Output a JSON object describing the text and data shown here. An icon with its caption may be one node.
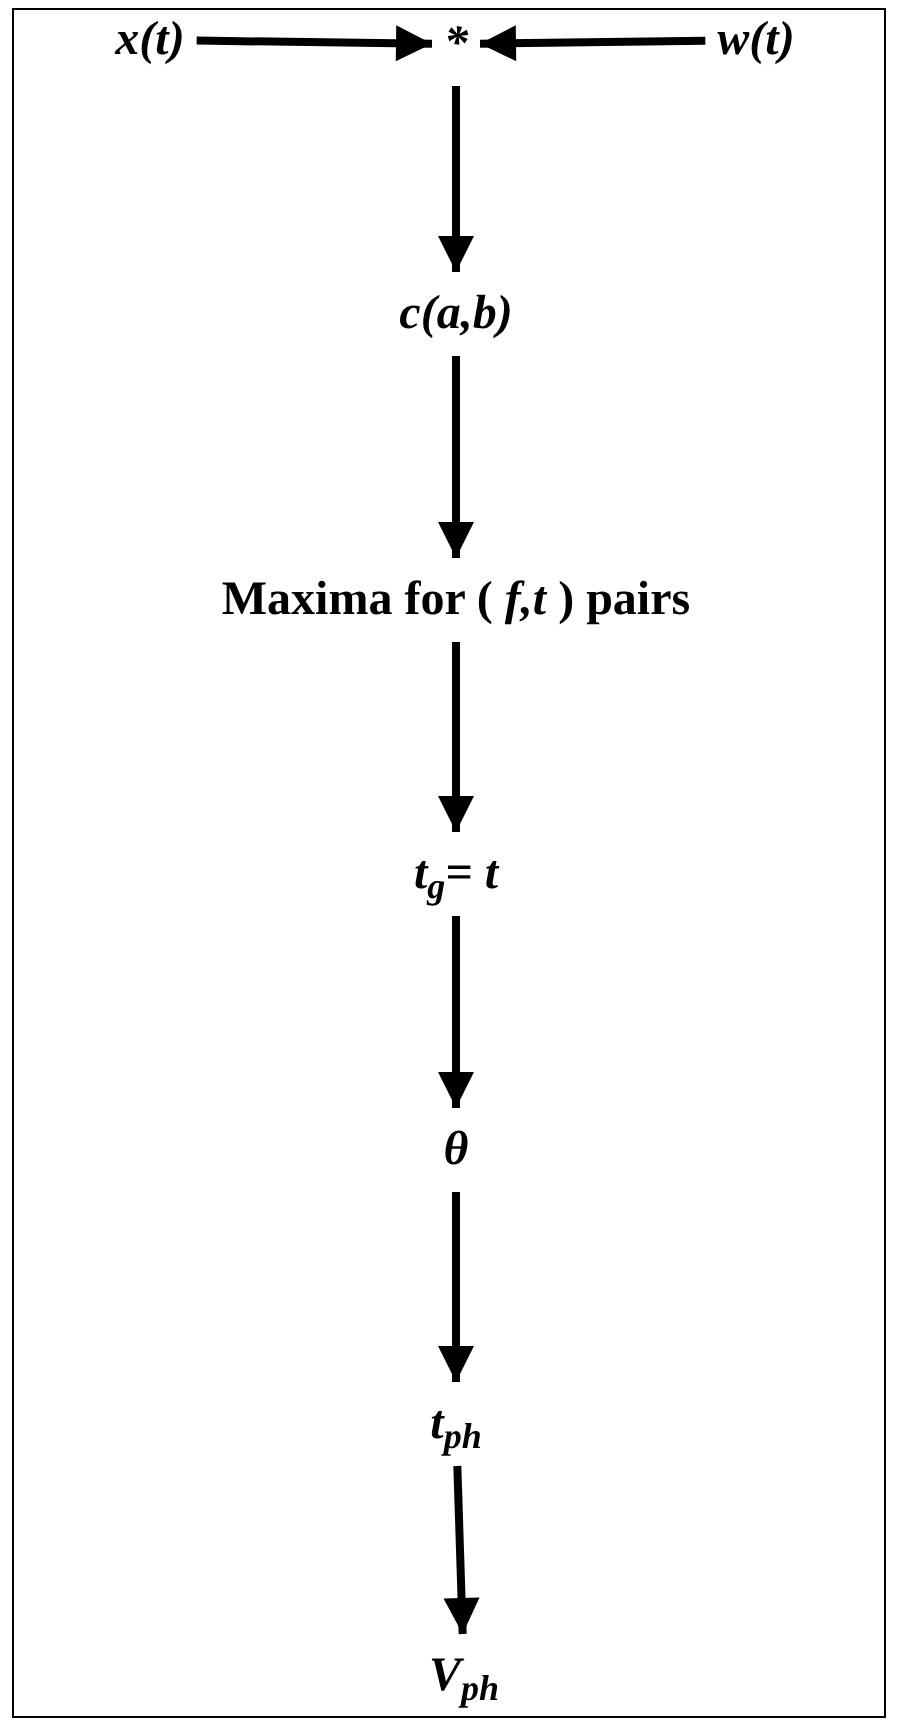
{
  "diagram": {
    "nodes": [
      {
        "text": [
          "x(t)"
        ]
      },
      {
        "text": [
          "*"
        ]
      },
      {
        "text": [
          "w(t)"
        ]
      },
      {
        "text": [
          "c(a,b)"
        ]
      },
      {
        "text": [
          "Maxima for ( *f,t* ) pairs"
        ]
      },
      {
        "text": [
          "t$_{g}$= t"
        ]
      },
      {
        "text": [
          "θ"
        ]
      },
      {
        "text": [
          "t$_{ph}$"
        ]
      },
      {
        "text": [
          "V$_{ph}$"
        ]
      }
    ],
    "edges": [
      {
        "from": 0,
        "to": 1,
        "arrow": "to"
      },
      {
        "from": 2,
        "to": 1,
        "arrow": "to"
      },
      {
        "from": 1,
        "to": 3,
        "arrow": "to"
      },
      {
        "from": 3,
        "to": 4,
        "arrow": "to"
      },
      {
        "from": 4,
        "to": 5,
        "arrow": "to"
      },
      {
        "from": 5,
        "to": 6,
        "arrow": "to"
      },
      {
        "from": 6,
        "to": 7,
        "arrow": "to"
      },
      {
        "from": 7,
        "to": 8,
        "arrow": "to"
      }
    ]
  }
}
